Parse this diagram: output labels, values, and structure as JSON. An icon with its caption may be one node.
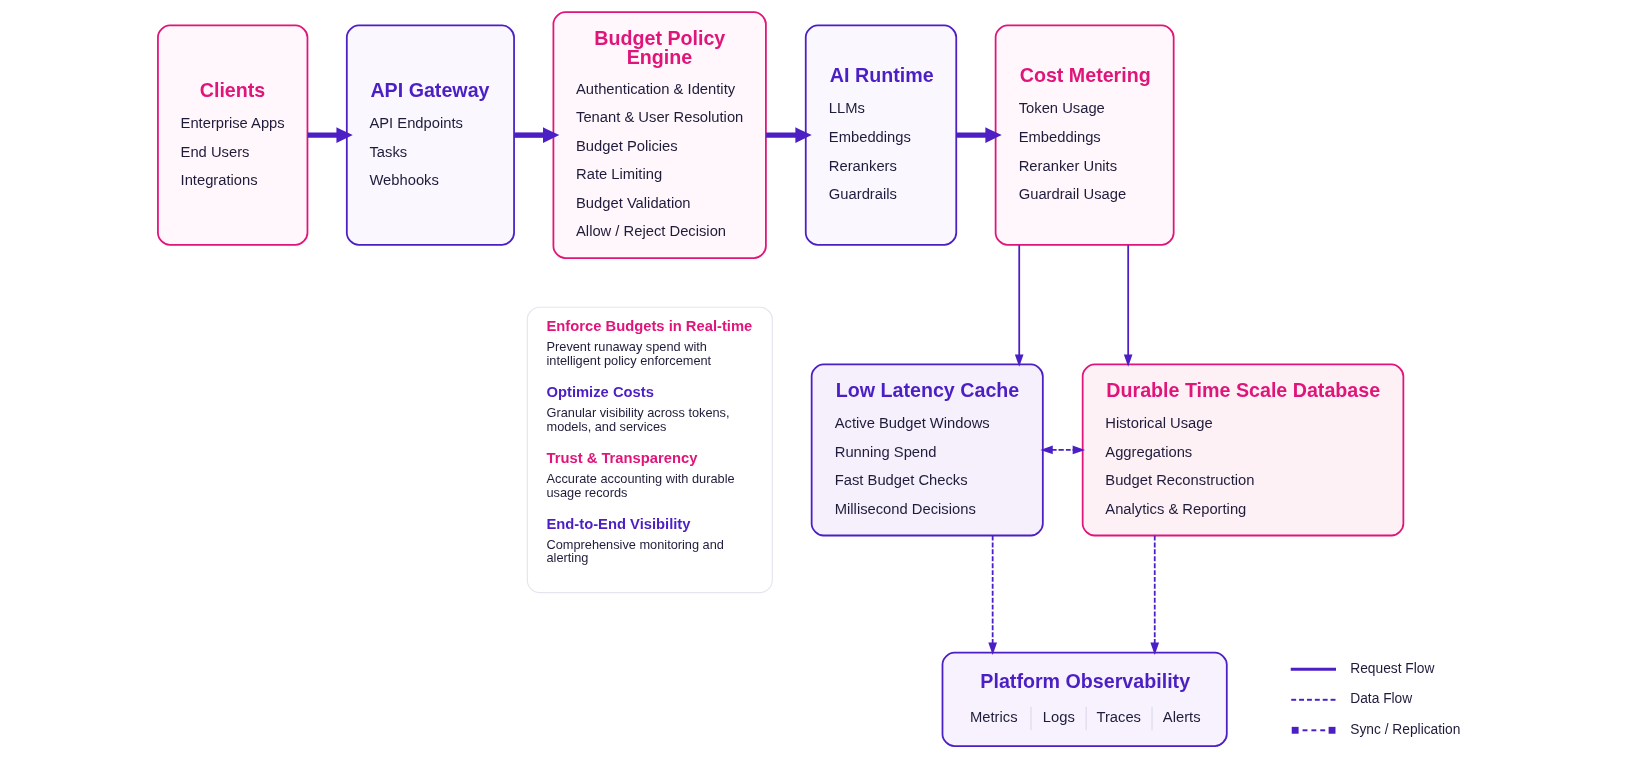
{
  "diagram": {
    "nodes": [
      {
        "text": [
          "Clients",
          "Enterprise Apps",
          "End Users",
          "Integrations"
        ]
      },
      {
        "text": [
          "API Gateway",
          "API Endpoints",
          "Tasks",
          "Webhooks"
        ]
      },
      {
        "text": [
          "Budget Policy Engine",
          "Authentication & Identity",
          "Tenant & User Resolution",
          "Budget Policies",
          "Rate Limiting",
          "Budget Validation",
          "Allow / Reject Decision"
        ]
      },
      {
        "text": [
          "AI Runtime",
          "LLMs",
          "Embeddings",
          "Rerankers",
          "Guardrails"
        ]
      },
      {
        "text": [
          "Cost Metering",
          "Token Usage",
          "Embeddings",
          "Reranker Units",
          "Guardrail Usage"
        ]
      },
      {
        "text": [
          "Enforce Budgets in Real-time",
          "Prevent runaway spend with intelligent policy enforcement",
          "Optimize Costs",
          "Granular visibility across tokens, models, and services",
          "Trust & Transparency",
          "Accurate accounting with durable usage records",
          "End-to-End Visibility",
          "Comprehensive monitoring and alerting"
        ]
      },
      {
        "text": [
          "Low Latency Cache",
          "Active Budget Windows",
          "Running Spend",
          "Fast Budget Checks",
          "Millisecond Decisions"
        ]
      },
      {
        "text": [
          "Durable Time Scale Database",
          "Historical Usage",
          "Aggregations",
          "Budget Reconstruction",
          "Analytics & Reporting"
        ]
      },
      {
        "text": [
          "Platform Observability",
          "Metrics",
          "Logs",
          "Traces",
          "Alerts"
        ]
      }
    ],
    "edges": [
      {
        "from": 0,
        "to": 1,
        "arrow": "to",
        "style": "thick"
      },
      {
        "from": 1,
        "to": 2,
        "arrow": "to",
        "style": "thick"
      },
      {
        "from": 2,
        "to": 3,
        "arrow": "to",
        "style": "thick"
      },
      {
        "from": 3,
        "to": 4,
        "arrow": "to",
        "style": "thick"
      },
      {
        "from": 4,
        "to": 6,
        "arrow": "to"
      },
      {
        "from": 4,
        "to": 7,
        "arrow": "to"
      },
      {
        "from": 6,
        "to": 7,
        "arrow": "both",
        "style": "dashed"
      },
      {
        "from": 6,
        "to": 8,
        "arrow": "to",
        "style": "dashed"
      },
      {
        "from": 7,
        "to": 8,
        "arrow": "to",
        "style": "dashed"
      }
    ],
    "legend": [
      {
        "text": "Request Flow"
      },
      {
        "text": "Data Flow"
      },
      {
        "text": "Sync / Replication"
      }
    ]
  }
}
